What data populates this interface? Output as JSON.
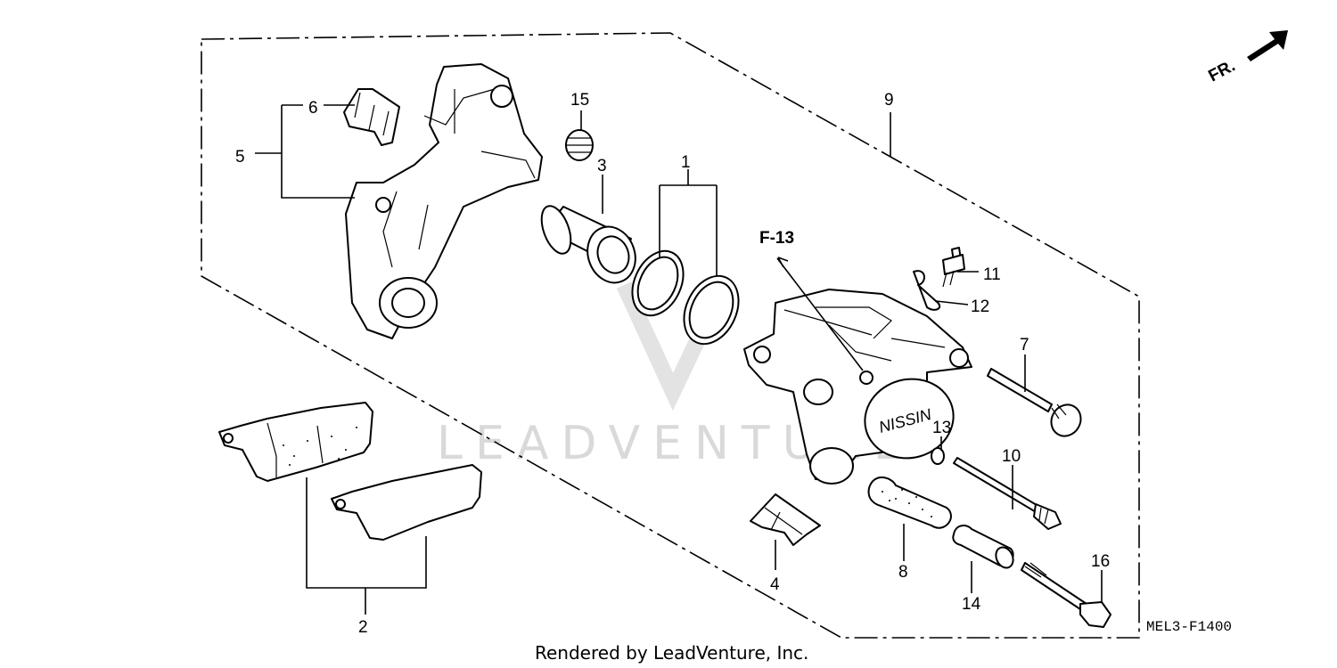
{
  "labels": {
    "p1": "1",
    "p2": "2",
    "p3": "3",
    "p4": "4",
    "p5": "5",
    "p6": "6",
    "p7": "7",
    "p8": "8",
    "p9": "9",
    "p10": "10",
    "p11": "11",
    "p12": "12",
    "p13": "13",
    "p14": "14",
    "p15": "15",
    "p16": "16"
  },
  "ref": "F-13",
  "direction": "FR.",
  "diagram_code": "MEL3-F1400",
  "watermark": "LEADVENTURE",
  "footer": "Rendered by LeadVenture, Inc."
}
